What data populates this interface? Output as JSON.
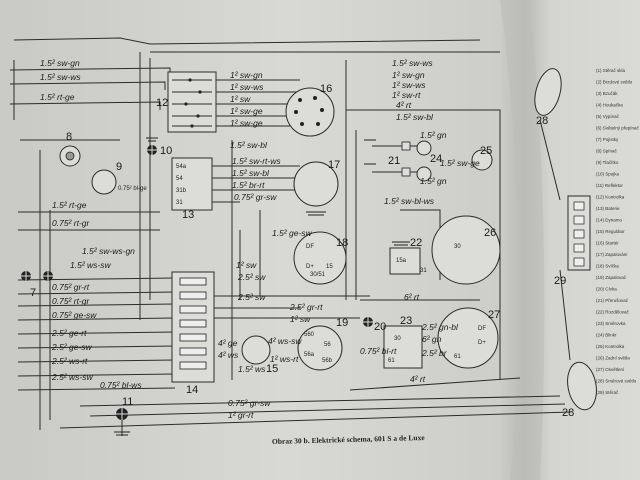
{
  "caption": "Obraz 30 b. Elektrické schema, 601 S a de Luxe",
  "component_numbers": [
    "7",
    "8",
    "9",
    "10",
    "11",
    "12",
    "13",
    "14",
    "15",
    "16",
    "17",
    "18",
    "19",
    "20",
    "21",
    "22",
    "23",
    "24",
    "25",
    "26",
    "27",
    "28",
    "28",
    "29"
  ],
  "wire_labels_left": [
    "1.5² sw-gn",
    "1.5² sw-ws",
    "1.5² rt-ge",
    "1.5² rt-ge",
    "0.75² rt-gr",
    "0.75² gr-rt",
    "0.75² rt-gr",
    "0.75² ge-sw",
    "2.5² ge-rt",
    "2.5² ge-sw",
    "2.5² ws-rt",
    "2.5² ws-sw"
  ],
  "wire_labels_mid": [
    "1² sw-gn",
    "1² sw-ws",
    "1² sw",
    "1² sw-ge",
    "1² sw-ge",
    "1.5² sw-bl",
    "1.5² sw-rt-ws",
    "1.5² sw-bl",
    "1.5² br-rt",
    "0.75² gr-sw",
    "1² sw",
    "2.5² sw",
    "2.5² sw",
    "2.5² gr-rt",
    "1² sw",
    "4² ge",
    "4² ws",
    "1.5² ws",
    "4² ws-sw",
    "1² ws-rt",
    "1.5² ws-sw"
  ],
  "wire_labels_right": [
    "1.5² sw-ws",
    "1² sw-gn",
    "1² sw-ws",
    "1² sw-rt",
    "4² rt",
    "1.5² sw-bl",
    "1.5² gn",
    "1.5² sw-ge",
    "1.5² gn",
    "1.5² sw-bl-ws",
    "6² rt",
    "2.5² gn-bl",
    "6² gn",
    "2.5² br",
    "4² rt",
    "0.75² bl-rt",
    "0.75² gr-sw",
    "1² gr-rt",
    "0.75² bl-ws",
    "1.5² sw-ws-gn",
    "1.5² ge-sw"
  ],
  "terminal_labels": [
    "54a",
    "54",
    "31b",
    "31",
    "0.75² bl-ge",
    "560",
    "56",
    "56a",
    "56b",
    "DF",
    "61",
    "D+",
    "30",
    "15",
    "30/51",
    "DF",
    "D+",
    "61",
    "15a",
    "30",
    "31"
  ],
  "legend_items": [
    "(1) Stěrač skla",
    "(2) Brzdové světlo",
    "(3) Bzučák",
    "(4) Houkačka",
    "(5) Vypínač",
    "(6) Světelný přepínač",
    "(7) Pojistky",
    "(8) Spínač",
    "(9) Tlačítko",
    "(10) Spojka",
    "(11) Reflektor",
    "(12) Kontrolka",
    "(13) Baterie",
    "(14) Dynamo",
    "(15) Regulátor",
    "(16) Startér",
    "(17) Zapalování",
    "(18) Svíčka",
    "(19) Zapalovač",
    "(20) Cívka",
    "(21) Přerušovač",
    "(22) Rozdělovač",
    "(23) Směrovka",
    "(24) Blinkr",
    "(25) Kontrolka",
    "(26) Zadní světla",
    "(27) Osvětlení",
    "(28) Směrové světlo",
    "(29) Stěrač"
  ]
}
